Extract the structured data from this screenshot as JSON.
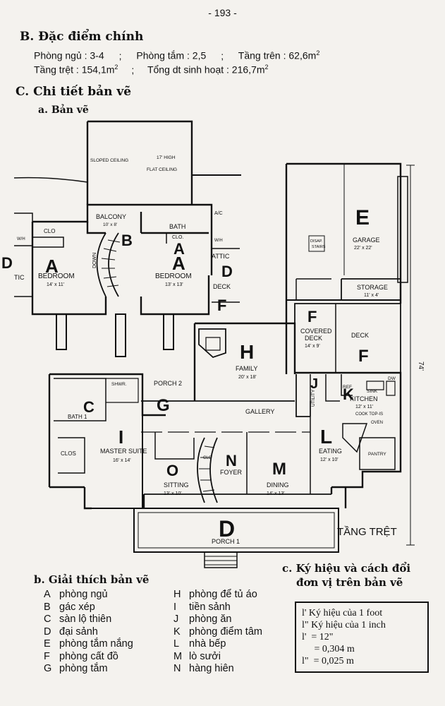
{
  "page_number": "- 193 -",
  "section_b": {
    "title": "B. Đặc điểm chính",
    "line1_a": "Phòng ngủ : 3-4",
    "line1_b": "Phòng tắm : 2,5",
    "line1_c": "Tầng trên : 62,6m",
    "line2_a": "Tầng trệt : 154,1m",
    "line2_b": "Tổng dt sinh hoạt : 216,7m",
    "sep": ";",
    "sup2": "2"
  },
  "section_c": {
    "title": "C. Chi tiết bản vẽ",
    "sub_a": "a. Bản vẽ"
  },
  "floorplan": {
    "upper": {
      "sloped": "SLOPED CEILING",
      "high": "17' HIGH",
      "flat": "FLAT CEILING",
      "balcony": "BALCONY",
      "balcony_size": "10' x 8'",
      "bath": "BATH",
      "clo": "CLO",
      "clo2": "CLO.",
      "ac": "A/C",
      "wh": "W/H",
      "attic": "ATTIC",
      "tic": "TIC",
      "bedroom": "BEDROOM",
      "bedroom1_size": "14' x 11'",
      "bedroom2_size": "13' x 13'",
      "down": "DOWN",
      "deck": "DECK"
    },
    "ground": {
      "garage": "GARAGE",
      "garage_size": "22' x 22'",
      "disap": "DISAP.",
      "stairs": "STAIRS",
      "storage": "STORAGE",
      "storage_size": "11' x 4'",
      "covered": "COVERED",
      "covered_deck": "DECK",
      "covered_size": "14' x 9'",
      "deck": "DECK",
      "family": "FAMILY",
      "family_size": "20' x 18'",
      "porch2": "PORCH 2",
      "shwr": "SHWR.",
      "bath1": "BATH 1",
      "clos": "CLOS",
      "master": "MASTER SUITE",
      "master_size": "16' x 14'",
      "gallery": "GALLERY",
      "utility": "UTILITY",
      "ref": "REF",
      "sink": "SINK",
      "dw": "DW",
      "kitchen": "KITCHEN",
      "kitchen_size": "12' x 11'",
      "cooktop": "COOK TOP-IS",
      "oven": "OVEN",
      "pantry": "PANTRY",
      "eating": "EATING",
      "eating_size": "12' x 10'",
      "foyer": "FOYER",
      "sitting": "SITTING",
      "sitting_size": "13' x 10'",
      "dining": "DINING",
      "dining_size": "14' x 13'",
      "porch1": "PORCH 1",
      "dim": "74'",
      "tang_tret": "TẦNG TRỆT"
    },
    "letters": {
      "A": "A",
      "B": "B",
      "C": "C",
      "D": "D",
      "E": "E",
      "F": "F",
      "G": "G",
      "H": "H",
      "I": "I",
      "J": "J",
      "K": "K",
      "L": "L",
      "M": "M",
      "N": "N",
      "O": "O"
    }
  },
  "legend_title": "b. Giải thích bản vẽ",
  "legend_left": [
    {
      "key": "A",
      "label": "phòng ngủ"
    },
    {
      "key": "B",
      "label": "gác xép"
    },
    {
      "key": "C",
      "label": "sàn lộ thiên"
    },
    {
      "key": "D",
      "label": "đại sảnh"
    },
    {
      "key": "E",
      "label": "phòng tắm nắng"
    },
    {
      "key": "F",
      "label": "phòng cất đồ"
    },
    {
      "key": "G",
      "label": "phòng tắm"
    }
  ],
  "legend_right": [
    {
      "key": "H",
      "label": "phòng để tủ áo"
    },
    {
      "key": "I",
      "label": "tiền sảnh"
    },
    {
      "key": "J",
      "label": "phòng ăn"
    },
    {
      "key": "K",
      "label": "phòng điểm tâm"
    },
    {
      "key": "L",
      "label": "nhà bếp"
    },
    {
      "key": "M",
      "label": "lò sưởi"
    },
    {
      "key": "N",
      "label": "hàng hiên"
    }
  ],
  "units_title_1": "c. Ký hiệu và cách đổi",
  "units_title_2": "đơn vị trên bản vẽ",
  "units": [
    "l' Ký hiệu của 1 foot",
    "l\" Ký hiệu của 1 inch",
    "l'  = 12\"",
    "     = 0,304 m",
    "l\"  = 0,025 m"
  ]
}
